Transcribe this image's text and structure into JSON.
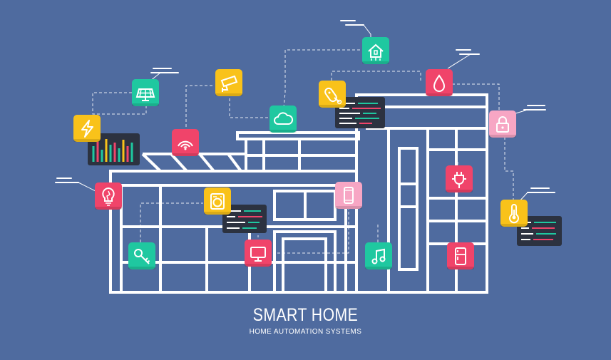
{
  "headline": {
    "title": "SMART HOME",
    "subtitle": "HOME AUTOMATION SYSTEMS"
  },
  "colors": {
    "background": "#4f6b9f",
    "lines": "#ffffff",
    "teal": "#1fc8a0",
    "yellow": "#f9c21a",
    "pink": "#f0446a",
    "light_pink": "#f7a6c4",
    "panel": "#2c3240"
  },
  "devices": [
    {
      "name": "smart-home-hub-icon",
      "color": "teal"
    },
    {
      "name": "water-drop-icon",
      "color": "pink"
    },
    {
      "name": "solar-panel-icon",
      "color": "teal"
    },
    {
      "name": "security-camera-icon",
      "color": "yellow"
    },
    {
      "name": "key-fob-icon",
      "color": "yellow"
    },
    {
      "name": "cloud-icon",
      "color": "teal"
    },
    {
      "name": "lock-icon",
      "color": "light_pink"
    },
    {
      "name": "lightning-icon",
      "color": "yellow"
    },
    {
      "name": "wifi-signal-icon",
      "color": "pink"
    },
    {
      "name": "power-plug-icon",
      "color": "pink"
    },
    {
      "name": "light-bulb-icon",
      "color": "pink"
    },
    {
      "name": "washing-machine-icon",
      "color": "yellow"
    },
    {
      "name": "smartphone-icon",
      "color": "light_pink"
    },
    {
      "name": "thermometer-icon",
      "color": "yellow"
    },
    {
      "name": "key-icon",
      "color": "teal"
    },
    {
      "name": "tv-monitor-icon",
      "color": "pink"
    },
    {
      "name": "music-note-icon",
      "color": "teal"
    },
    {
      "name": "refrigerator-icon",
      "color": "pink"
    }
  ]
}
